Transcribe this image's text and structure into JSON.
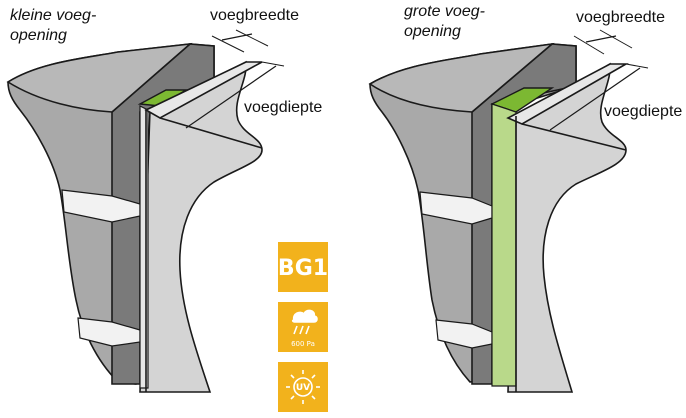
{
  "left_panel": {
    "title_line1": "kleine voeg-",
    "title_line2": "opening",
    "width_label": "voegbreedte",
    "depth_label": "voegdiepte"
  },
  "right_panel": {
    "title_line1": "grote voeg-",
    "title_line2": "opening",
    "width_label": "voegbreedte",
    "depth_label": "voegdiepte"
  },
  "badges": {
    "class_label": "BG1",
    "pressure_label": "600 Pa",
    "uv_label": "UV"
  },
  "colors": {
    "badge": "#f2b21c",
    "sealant_top": "#7cb832",
    "sealant_side": "#b9d98a",
    "wall_dark": "#8c8c8c",
    "wall_light": "#c4c4c4",
    "frame": "#d9d9d9"
  },
  "icons": [
    "rain-wind-icon",
    "uv-sun-icon"
  ]
}
